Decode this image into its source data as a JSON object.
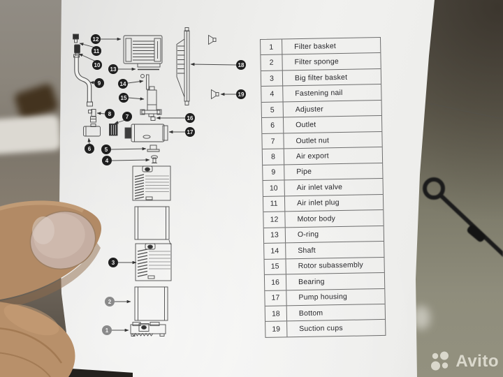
{
  "watermark": {
    "label": "Avito"
  },
  "diagram": {
    "callouts": {
      "c1": "1",
      "c2": "2",
      "c3": "3",
      "c4": "4",
      "c5": "5",
      "c6": "6",
      "c7": "7",
      "c8": "8",
      "c9": "9",
      "c10": "10",
      "c11": "11",
      "c12": "12",
      "c13": "13",
      "c14": "14",
      "c15": "15",
      "c16": "16",
      "c17": "17",
      "c18": "18",
      "c19": "19"
    }
  },
  "parts_table": {
    "rows": [
      {
        "num": "1",
        "name": "Filter basket"
      },
      {
        "num": "2",
        "name": "Filter sponge"
      },
      {
        "num": "3",
        "name": "Big filter basket"
      },
      {
        "num": "4",
        "name": "Fastening nail"
      },
      {
        "num": "5",
        "name": "Adjuster"
      },
      {
        "num": "6",
        "name": "Outlet"
      },
      {
        "num": "7",
        "name": "Outlet nut"
      },
      {
        "num": "8",
        "name": "Air export"
      },
      {
        "num": "9",
        "name": "Pipe"
      },
      {
        "num": "10",
        "name": "Air inlet valve"
      },
      {
        "num": "11",
        "name": "Air inlet plug"
      },
      {
        "num": "12",
        "name": "Motor body"
      },
      {
        "num": "13",
        "name": "O-ring"
      },
      {
        "num": "14",
        "name": "Shaft"
      },
      {
        "num": "15",
        "name": "Rotor subassembly"
      },
      {
        "num": "16",
        "name": "Bearing"
      },
      {
        "num": "17",
        "name": "Pump housing"
      },
      {
        "num": "18",
        "name": "Bottom"
      },
      {
        "num": "19",
        "name": "Suction cups"
      }
    ]
  },
  "colors": {
    "paper": "#efefec",
    "floor": "#8b887a",
    "floor_dark": "#4b453d",
    "skin": "#b28a65",
    "nail": "#c5aea2",
    "callout_dark": "#1f1f1f",
    "callout_grey": "#8a8a8a",
    "line_art": "#4a4a4a",
    "watermark": "#e7e5da"
  }
}
